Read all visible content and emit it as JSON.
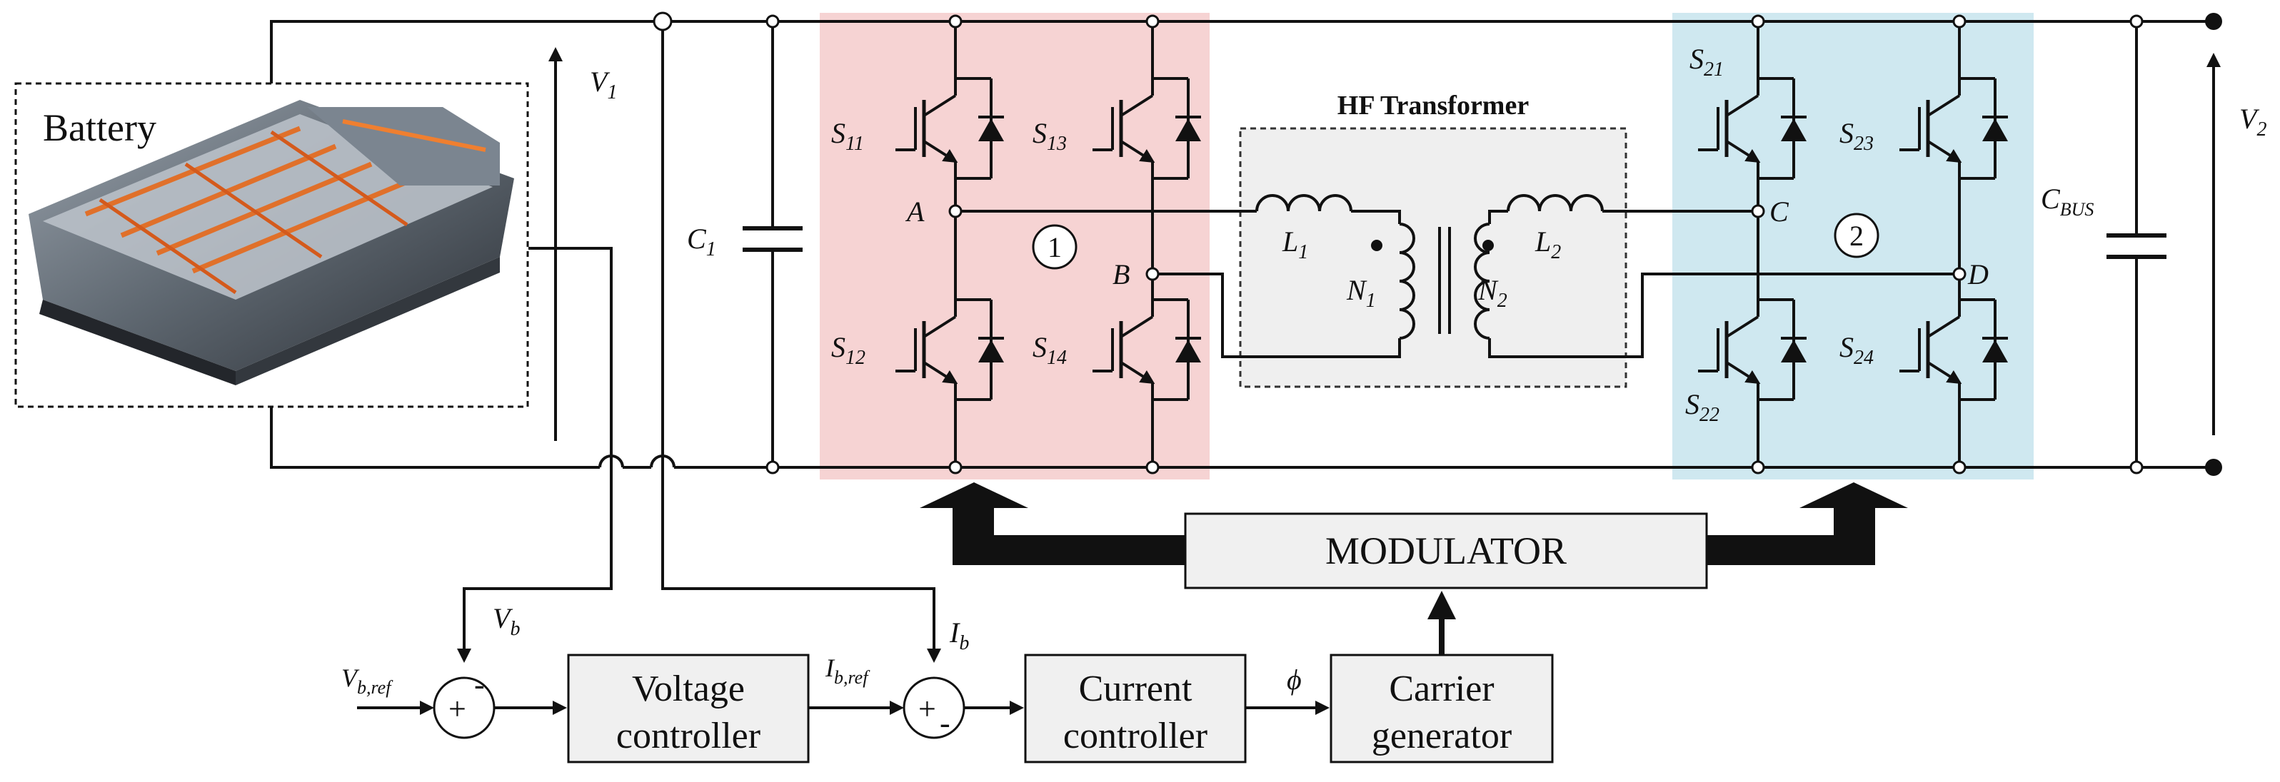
{
  "battery": {
    "label": "Battery"
  },
  "transformer": {
    "title": "HF Transformer",
    "l1": "L",
    "l1_sub": "1",
    "l2": "L",
    "l2_sub": "2",
    "n1": "N",
    "n1_sub": "1",
    "n2": "N",
    "n2_sub": "2"
  },
  "voltages": {
    "v1": "V",
    "v1_sub": "1",
    "v2": "V",
    "v2_sub": "2"
  },
  "caps": {
    "c1": "C",
    "c1_sub": "1",
    "cbus": "C",
    "cbus_sub": "BUS"
  },
  "bridge1": {
    "number": "1",
    "switches": [
      {
        "name": "S",
        "sub": "11"
      },
      {
        "name": "S",
        "sub": "13"
      },
      {
        "name": "S",
        "sub": "12"
      },
      {
        "name": "S",
        "sub": "14"
      }
    ],
    "node_a": "A",
    "node_b": "B"
  },
  "bridge2": {
    "number": "2",
    "switches": [
      {
        "name": "S",
        "sub": "21"
      },
      {
        "name": "S",
        "sub": "23"
      },
      {
        "name": "S",
        "sub": "22"
      },
      {
        "name": "S",
        "sub": "24"
      }
    ],
    "node_c": "C",
    "node_d": "D"
  },
  "control": {
    "modulator": "MODULATOR",
    "voltage_controller": [
      "Voltage",
      "controller"
    ],
    "current_controller": [
      "Current",
      "controller"
    ],
    "carrier_generator": [
      "Carrier",
      "generator"
    ],
    "vb": "V",
    "vb_sub": "b",
    "vbref": "V",
    "vbref_sub": "b,ref",
    "ib": "I",
    "ib_sub": "b",
    "ibref": "I",
    "ibref_sub": "b,ref",
    "phi": "ϕ",
    "plus": "+",
    "minus": "-"
  },
  "colors": {
    "bridge1_bg": "#f6d3d3",
    "bridge2_bg": "#cfe8f0",
    "transformer_bg": "#efefef",
    "block_bg": "#f0f0f0",
    "wire": "#111111"
  }
}
